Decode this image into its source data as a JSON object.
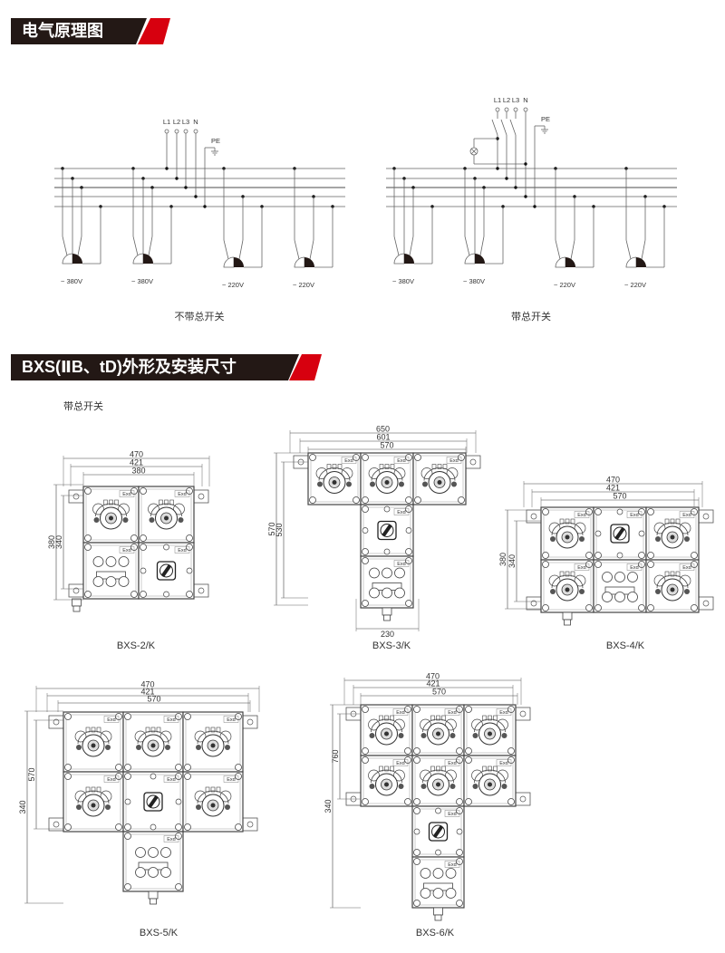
{
  "section1": {
    "title": "电气原理图"
  },
  "section2": {
    "title": "BXS(ⅡB、tD)外形及安装尺寸"
  },
  "colors": {
    "header_bg": "#231815",
    "accent_red": "#d7000f",
    "line": "#555555"
  },
  "schematics": [
    {
      "caption": "不带总开关",
      "terminals": [
        "L1",
        "L2",
        "L3",
        "N"
      ],
      "pe_label": "PE",
      "has_main_switch": false,
      "outlets": [
        "~ 380V",
        "~ 380V",
        "~ 220V",
        "~ 220V"
      ]
    },
    {
      "caption": "带总开关",
      "terminals": [
        "L1",
        "L2",
        "L3",
        "N"
      ],
      "pe_label": "PE",
      "has_main_switch": true,
      "outlets": [
        "~ 380V",
        "~ 380V",
        "~ 220V",
        "~ 220V"
      ]
    }
  ],
  "dimensions_caption": "带总开关",
  "enclosures": [
    {
      "model": "BXS-2/K",
      "h_dims": [
        "470",
        "421",
        "380"
      ],
      "v_dims": [
        "380",
        "340"
      ],
      "bottom_dim": "",
      "module_label": "Exd",
      "modules": [
        [
          "socket",
          "socket"
        ],
        [
          "buttons",
          "switch"
        ]
      ]
    },
    {
      "model": "BXS-3/K",
      "h_dims": [
        "650",
        "601",
        "570"
      ],
      "v_dims": [
        "570",
        "530"
      ],
      "bottom_dim": "230",
      "module_label": "Exd",
      "modules": [
        [
          "socket",
          "socket",
          "socket"
        ],
        [
          "",
          "switch",
          ""
        ],
        [
          "",
          "buttons",
          ""
        ]
      ]
    },
    {
      "model": "BXS-4/K",
      "h_dims": [
        "470",
        "421",
        "570"
      ],
      "v_dims": [
        "380",
        "340"
      ],
      "bottom_dim": "",
      "module_label": "Exd",
      "modules": [
        [
          "socket",
          "switch",
          "socket"
        ],
        [
          "socket",
          "buttons",
          "socket"
        ]
      ]
    },
    {
      "model": "BXS-5/K",
      "h_dims": [
        "470",
        "421",
        "570"
      ],
      "v_dims": [
        "570",
        "340"
      ],
      "bottom_dim": "",
      "module_label": "Exd",
      "modules": [
        [
          "socket",
          "socket",
          "socket"
        ],
        [
          "socket",
          "switch",
          "socket"
        ],
        [
          "",
          "buttons",
          ""
        ]
      ]
    },
    {
      "model": "BXS-6/K",
      "h_dims": [
        "470",
        "421",
        "570"
      ],
      "v_dims": [
        "760",
        "340"
      ],
      "bottom_dim": "",
      "module_label": "Exd",
      "modules": [
        [
          "socket",
          "socket",
          "socket"
        ],
        [
          "socket",
          "socket",
          "socket"
        ],
        [
          "",
          "switch",
          ""
        ],
        [
          "",
          "buttons",
          ""
        ]
      ]
    }
  ]
}
